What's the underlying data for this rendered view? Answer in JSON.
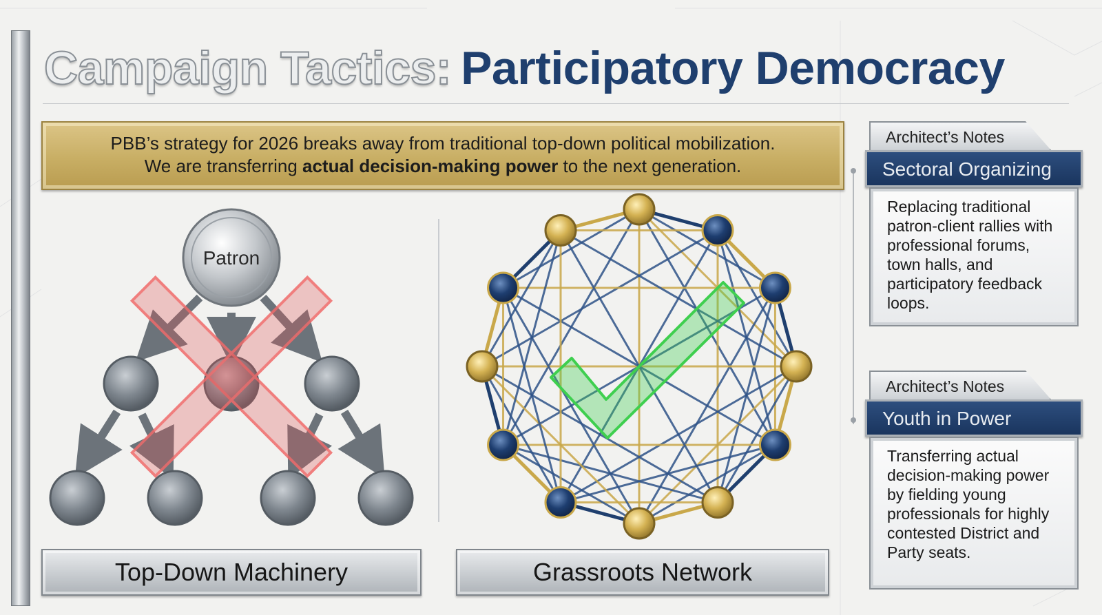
{
  "title": {
    "part1": "Campaign Tactics:",
    "part2": "Participatory Democracy"
  },
  "banner": {
    "line1": "PBB’s strategy for 2026 breaks away from traditional top-down political mobilization.",
    "line2_pre": "We are transferring ",
    "line2_bold": "actual decision-making power",
    "line2_post": " to the next generation."
  },
  "left_diagram": {
    "patron_label": "Patron",
    "caption": "Top-Down Machinery",
    "status_icon": "red-x-icon"
  },
  "right_diagram": {
    "caption": "Grassroots Network",
    "status_icon": "green-check-icon"
  },
  "notes": [
    {
      "tab": "Architect’s Notes",
      "heading": "Sectoral Organizing",
      "body": "Replacing traditional patron-client rallies with professional forums, town halls, and participatory feedback loops."
    },
    {
      "tab": "Architect’s Notes",
      "heading": "Youth in Power",
      "body": "Transferring actual decision-making power by fielding young professionals for highly contested District and Party seats."
    }
  ],
  "colors": {
    "navy": "#1f3f6e",
    "gold": "#c9a84a",
    "red": "#e05555",
    "green": "#3fcf4f"
  }
}
